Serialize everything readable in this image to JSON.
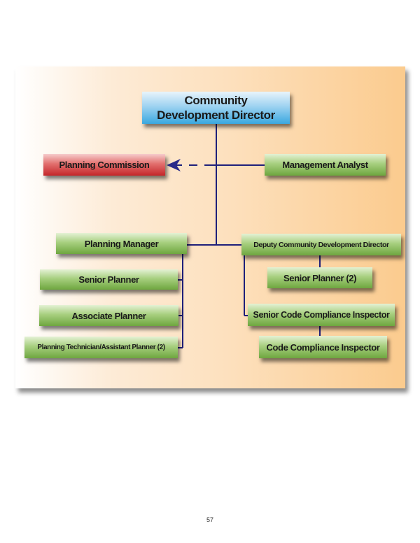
{
  "chart": {
    "director": "Community Development Director",
    "planning_commission": "Planning Commission",
    "management_analyst": "Management Analyst",
    "planning_manager": "Planning Manager",
    "deputy_director": "Deputy Community Development Director",
    "left_staff": [
      "Senior Planner",
      "Associate Planner",
      "Planning Technician/Assistant Planner (2)"
    ],
    "right_staff": [
      "Senior Planner (2)",
      "Senior Code Compliance Inspector",
      "Code Compliance Inspector"
    ]
  },
  "page_number": "57"
}
